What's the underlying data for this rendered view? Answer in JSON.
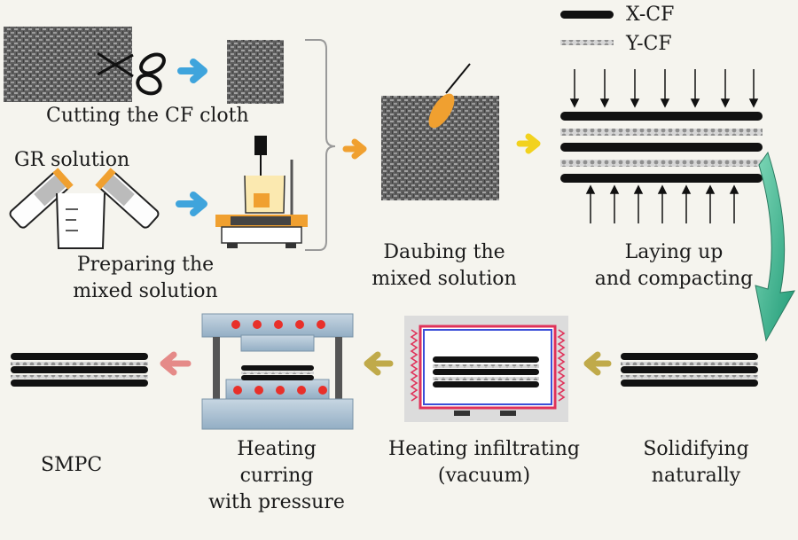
{
  "legend": {
    "x_cf": "X-CF",
    "y_cf": "Y-CF"
  },
  "steps": {
    "cutting": "Cutting the CF cloth",
    "gr": "GR solution",
    "preparing": [
      "Preparing the",
      "mixed solution"
    ],
    "daubing": [
      "Daubing the",
      "mixed solution"
    ],
    "laying": [
      "Laying up",
      "and compacting"
    ],
    "solidifying": [
      "Solidifying",
      "naturally"
    ],
    "infiltrating": [
      "Heating infiltrating",
      "(vacuum)"
    ],
    "curing": [
      "Heating",
      "curring",
      "with pressure"
    ],
    "smpc": "SMPC"
  },
  "colors": {
    "blue_arrow": "#3fa4dc",
    "orange_arrow": "#f0a030",
    "yellow_arrow": "#f2d21e",
    "olive_arrow": "#c0aa4a",
    "pink_arrow": "#e58a88",
    "green_arrow": "#3db38d",
    "heater": "#e0325a",
    "press": "#b7cad8",
    "dots": "#e8302a"
  }
}
